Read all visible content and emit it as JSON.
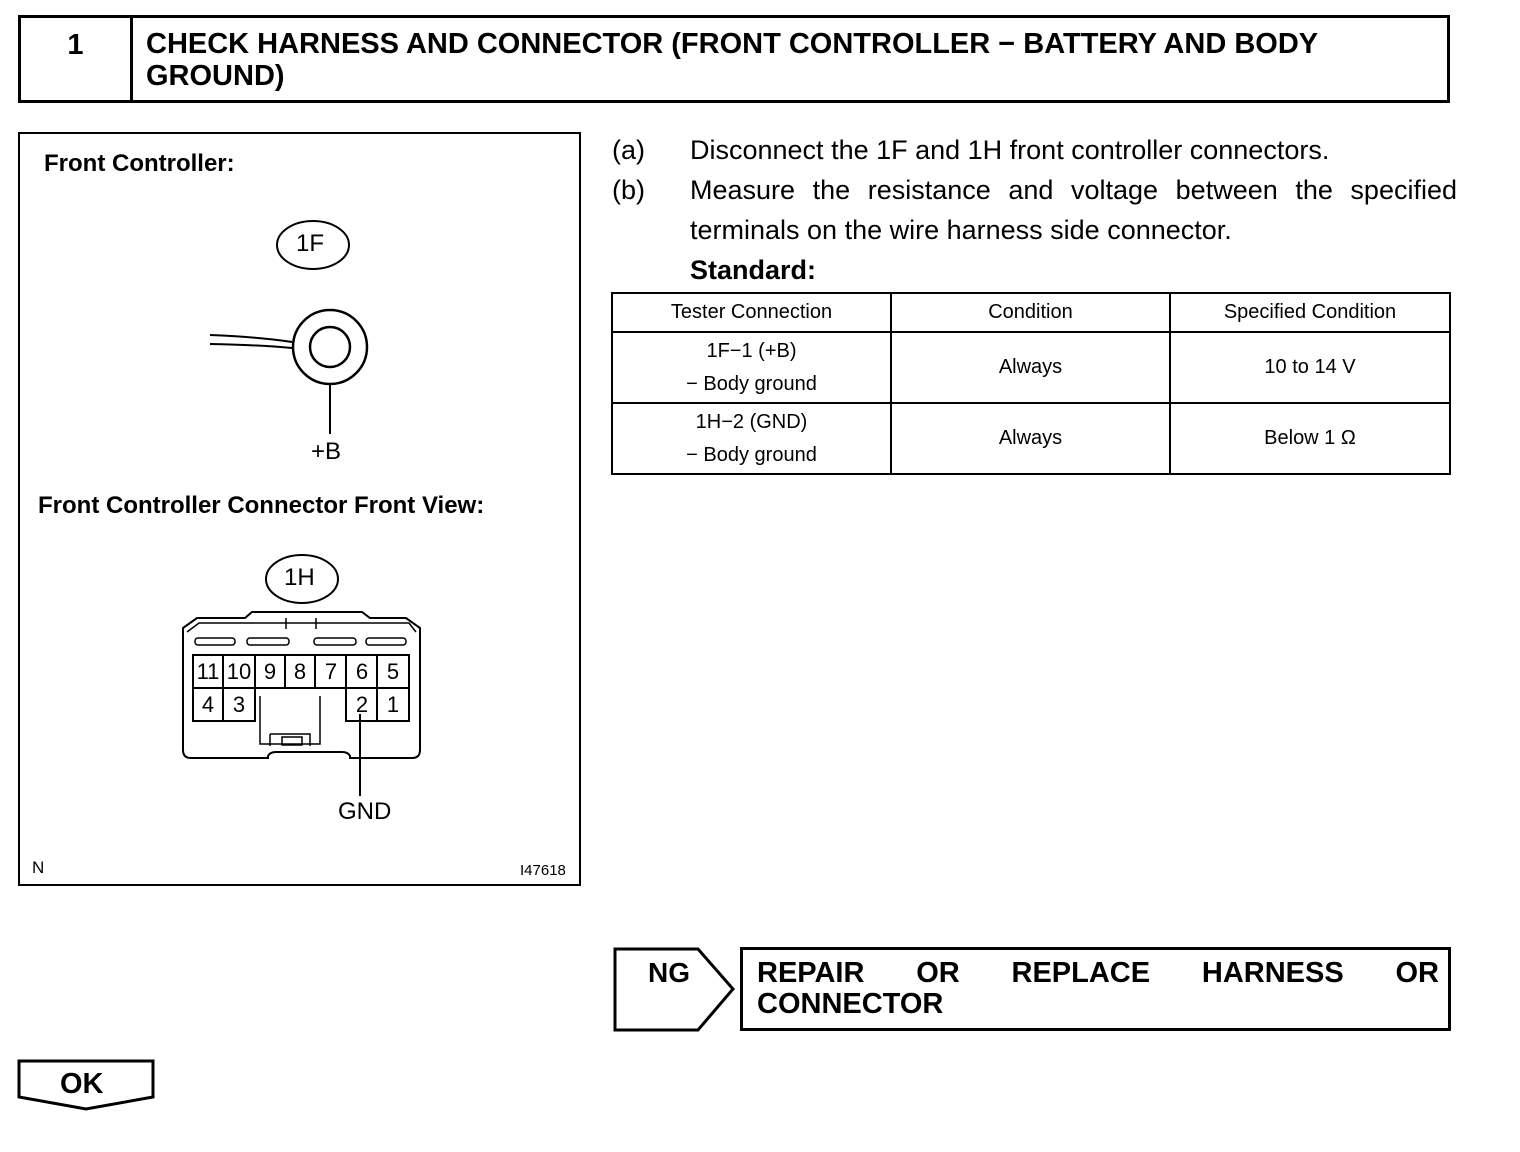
{
  "header": {
    "step_number": "1",
    "title": "CHECK HARNESS AND CONNECTOR (FRONT CONTROLLER − BATTERY AND BODY GROUND)"
  },
  "figure": {
    "front_controller_label": "Front Controller:",
    "connector_1f": "1F",
    "terminal_plus_b": "+B",
    "front_view_label": "Front Controller Connector Front View:",
    "connector_1h": "1H",
    "pins_top": [
      "11",
      "10",
      "9",
      "8",
      "7",
      "6",
      "5"
    ],
    "pins_bottom": [
      "4",
      "3",
      "2",
      "1"
    ],
    "terminal_gnd": "GND",
    "corner_mark": "N",
    "figure_id": "I47618"
  },
  "steps": [
    {
      "letter": "(a)",
      "text": "Disconnect the 1F and 1H front controller connectors."
    },
    {
      "letter": "(b)",
      "text": "Measure the resistance and voltage between the specified terminals on the wire harness side connector."
    }
  ],
  "standard_label": "Standard:",
  "spec_table": {
    "headers": [
      "Tester Connection",
      "Condition",
      "Specified Condition"
    ],
    "rows": [
      {
        "connection_line1": "1F−1 (+B)",
        "connection_line2": "− Body ground",
        "condition": "Always",
        "specified": "10 to 14 V"
      },
      {
        "connection_line1": "1H−2 (GND)",
        "connection_line2": "− Body ground",
        "condition": "Always",
        "specified": "Below 1 Ω"
      }
    ]
  },
  "result_ng": {
    "label": "NG",
    "action_line1": "REPAIR OR REPLACE HARNESS OR",
    "action_line2": "CONNECTOR"
  },
  "result_ok": {
    "label": "OK"
  }
}
